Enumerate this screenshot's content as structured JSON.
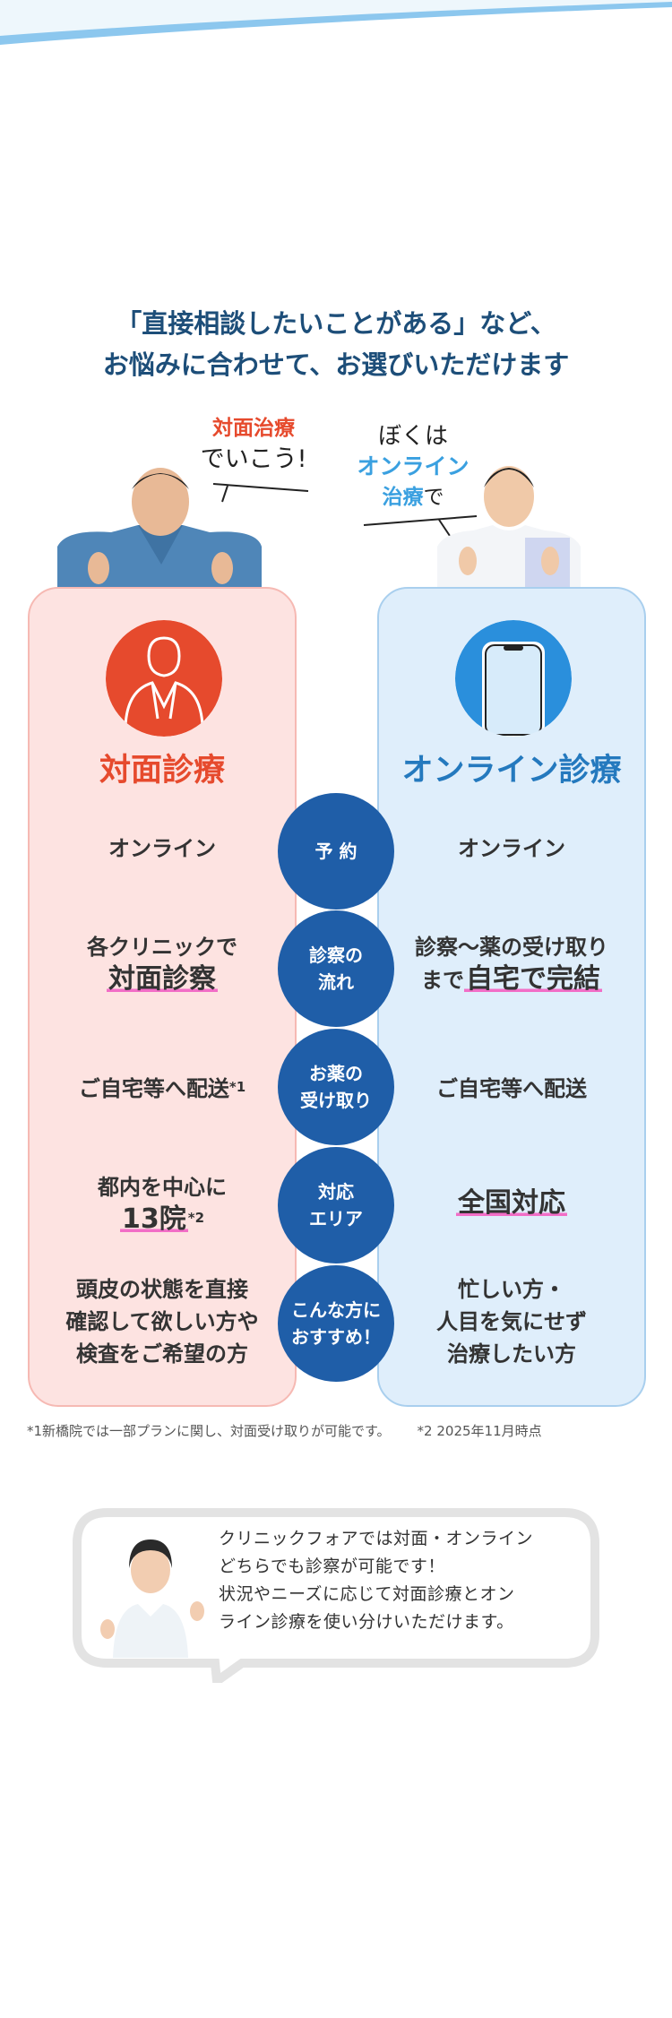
{
  "headline": {
    "line1": "「直接相談したいことがある」など、",
    "line2": "お悩みに合わせて、お選びいただけます"
  },
  "bubbles": {
    "left": {
      "red": "対面治療",
      "black": "でいこう!"
    },
    "right": {
      "line1": "ぼくは",
      "line2": "オンライン",
      "line3": "治療",
      "line3_tail": "で"
    }
  },
  "left_card": {
    "title": "対面診療",
    "icon": "doctor-icon",
    "reservation": "オンライン",
    "flow_line1": "各クリニックで",
    "flow_line2": "対面診察",
    "delivery": "ご自宅等へ配送",
    "delivery_mark": "*1",
    "area_line1": "都内を中心に",
    "area_line2": "13院",
    "area_mark": "*2",
    "recommend_line1": "頭皮の状態を直接",
    "recommend_line2": "確認して欲しい方や",
    "recommend_line3": "検査をご希望の方"
  },
  "right_card": {
    "title": "オンライン診療",
    "icon": "smartphone-icon",
    "reservation": "オンライン",
    "flow_line1": "診察～薬の受け取り",
    "flow_line2_prefix": "まで",
    "flow_line2": "自宅で完結",
    "delivery": "ご自宅等へ配送",
    "area": "全国対応",
    "recommend_line1": "忙しい方・",
    "recommend_line2": "人目を気にせず",
    "recommend_line3": "治療したい方"
  },
  "categories": [
    {
      "line1": "予 約",
      "line2": ""
    },
    {
      "line1": "診察の",
      "line2": "流れ"
    },
    {
      "line1": "お薬の",
      "line2": "受け取り"
    },
    {
      "line1": "対応",
      "line2": "エリア"
    },
    {
      "line1": "こんな方に",
      "line2": "おすすめ！"
    }
  ],
  "notes": {
    "note1": "*1新橋院では一部プランに関し、対面受け取りが可能です。",
    "note2": "*2 2025年11月時点"
  },
  "speech": {
    "line1": "クリニックフォアでは対面・オンライン",
    "line2": "どちらでも診察が可能です！",
    "line3": "状況やニーズに応じて対面診療とオン",
    "line4": "ライン診療を使い分けいただけます。"
  },
  "colors": {
    "headline": "#1d4e79",
    "left_accent": "#e64a2d",
    "right_accent": "#2479be",
    "circle": "#1f5ea8",
    "left_bg": "#fde3e1",
    "right_bg": "#dfeefb",
    "underline": "#f26ec7"
  }
}
